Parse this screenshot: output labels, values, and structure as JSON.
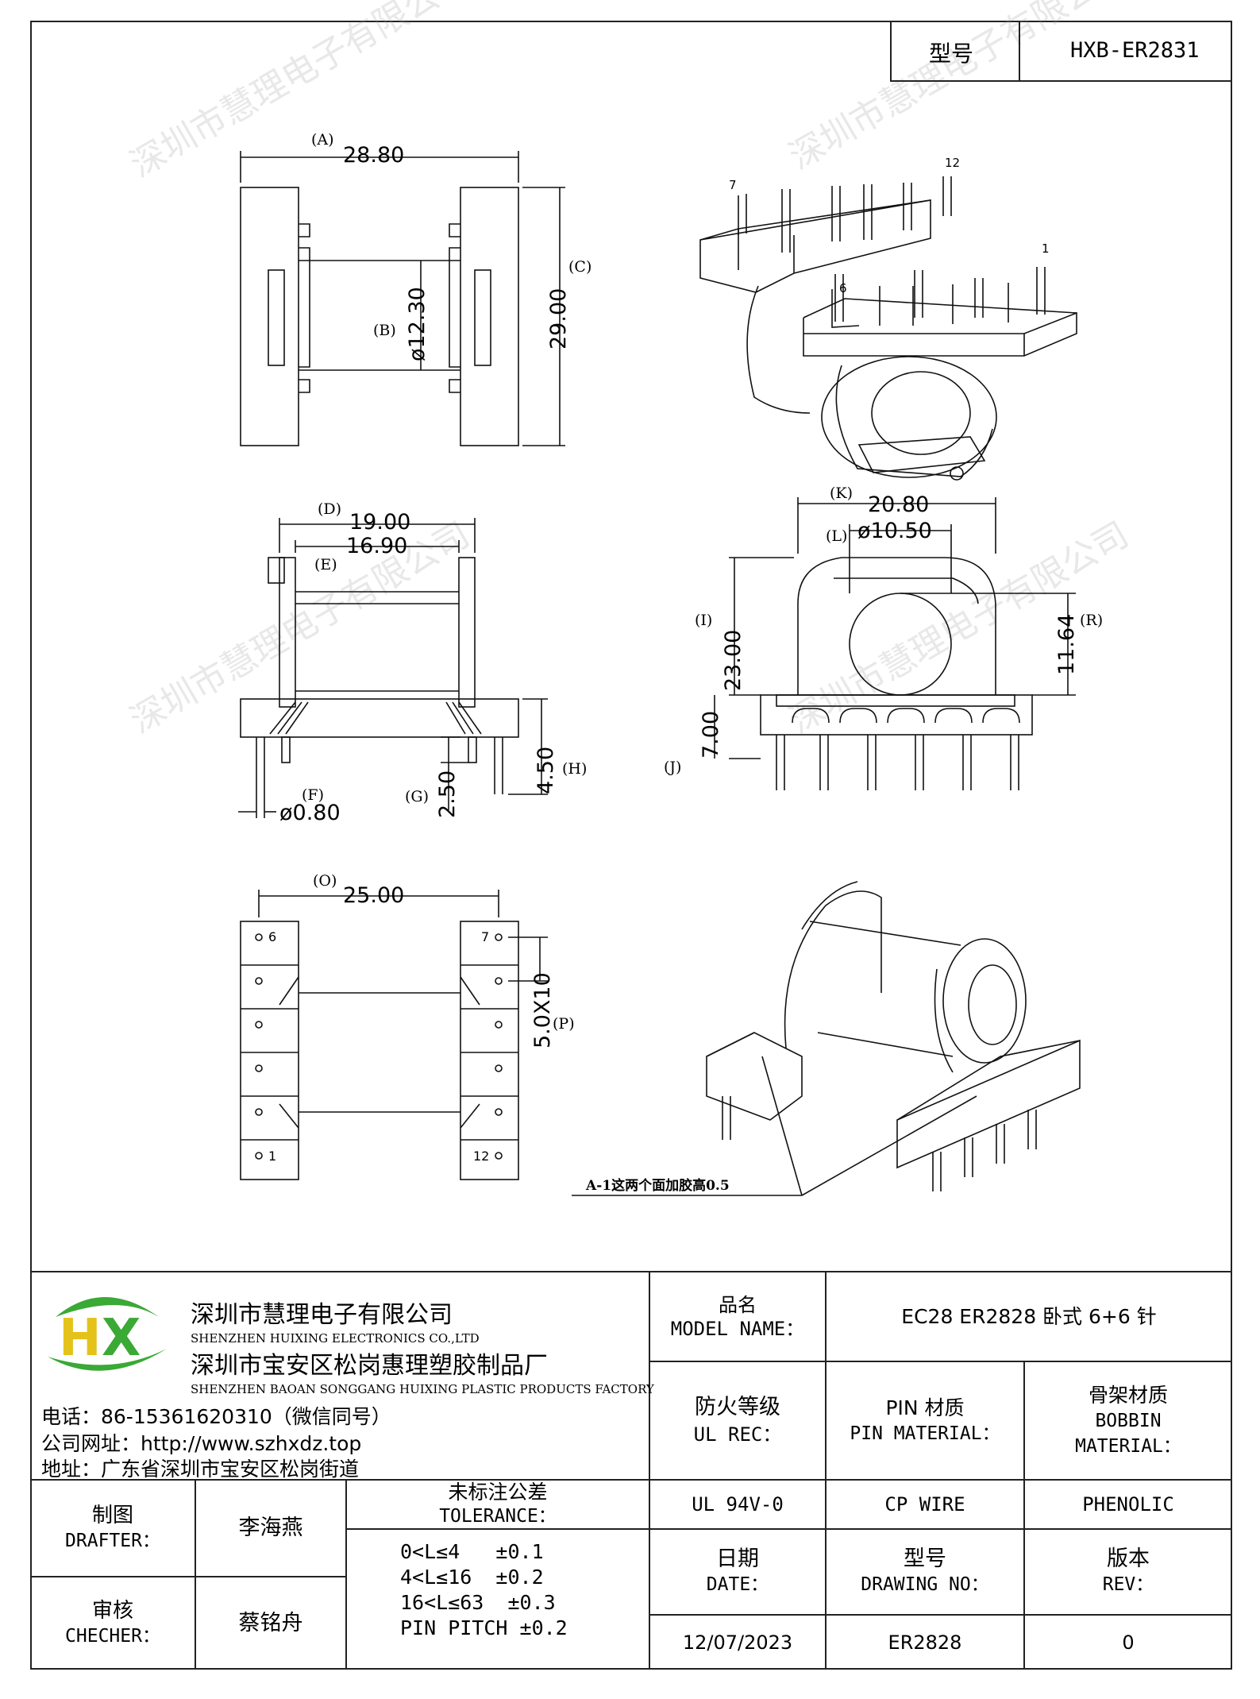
{
  "header": {
    "model_label": "型号",
    "model_value": "HXB-ER2831"
  },
  "dims": {
    "A": {
      "label": "(A)",
      "value": "28.80"
    },
    "B": {
      "label": "(B)",
      "value": "ø12.30"
    },
    "C": {
      "label": "(C)",
      "value": "29.00"
    },
    "D": {
      "label": "(D)",
      "value": "19.00"
    },
    "E": {
      "label": "(E)",
      "value": "16.90"
    },
    "F": {
      "label": "(F)",
      "value": "ø0.80"
    },
    "G": {
      "label": "(G)",
      "value": "2.50"
    },
    "H": {
      "label": "(H)",
      "value": "4.50"
    },
    "I": {
      "label": "(I)",
      "value": "23.00"
    },
    "J": {
      "label": "(J)",
      "value": "7.00"
    },
    "K": {
      "label": "(K)",
      "value": "20.80"
    },
    "L": {
      "label": "(L)",
      "value": "ø10.50"
    },
    "R": {
      "label": "(R)",
      "value": "11.64"
    },
    "O": {
      "label": "(O)",
      "value": "25.00"
    },
    "P": {
      "label": "(P)",
      "value": "5.0X10"
    }
  },
  "pins": {
    "p7": "7",
    "p12": "12",
    "p1": "1",
    "p6": "6",
    "b6": "6",
    "b7": "7",
    "b1": "1",
    "b12": "12"
  },
  "note": "A-1这两个面加胶高0.5",
  "company": {
    "name_cn": "深圳市慧理电子有限公司",
    "name_en": "SHENZHEN HUIXING ELECTRONICS CO.,LTD",
    "factory_cn": "深圳市宝安区松岗惠理塑胶制品厂",
    "factory_en": "SHENZHEN BAOAN SONGGANG HUIXING PLASTIC PRODUCTS FACTORY",
    "phone": "电话：86-15361620310（微信同号）",
    "website": "公司网址：http://www.szhxdz.top",
    "address": "地址：广东省深圳市宝安区松岗街道",
    "logo_text": "HX"
  },
  "table": {
    "model_name_cn": "品名",
    "model_name_en": "MODEL NAME：",
    "model_name_value": "EC28 ER2828 卧式 6+6 针",
    "ul_cn": "防火等级",
    "ul_en": "UL REC：",
    "pin_cn": "PIN 材质",
    "pin_en": "PIN MATERIAL：",
    "bobbin_cn": "骨架材质",
    "bobbin_en1": "BOBBIN",
    "bobbin_en2": "MATERIAL：",
    "ul_value": "UL 94V-0",
    "pin_value": "CP WIRE",
    "bobbin_value": "PHENOLIC",
    "drafter_cn": "制图",
    "drafter_en": "DRAFTER：",
    "drafter_value": "李海燕",
    "checker_cn": "审核",
    "checker_en": "CHECHER：",
    "checker_value": "蔡铭舟",
    "tol_cn": "未标注公差",
    "tol_en": "TOLERANCE：",
    "tol_lines": [
      "0<L≤4   ±0.1",
      "4<L≤16  ±0.2",
      "16<L≤63  ±0.3",
      "PIN PITCH ±0.2"
    ],
    "date_cn": "日期",
    "date_en": "DATE：",
    "drawing_cn": "型号",
    "drawing_en": "DRAWING NO：",
    "rev_cn": "版本",
    "rev_en": "REV：",
    "date_value": "12/07/2023",
    "drawing_value": "ER2828",
    "rev_value": "0"
  },
  "watermark": {
    "text1": "深圳市慧理电子有限公司",
    "text2": "深圳市慧理电子有限公司",
    "text3": "深圳市慧理电子有限公司",
    "text4": "深圳市慧理电子有限公司"
  },
  "colors": {
    "logo_green": "#3aa935",
    "logo_yellow": "#e4c21a"
  }
}
